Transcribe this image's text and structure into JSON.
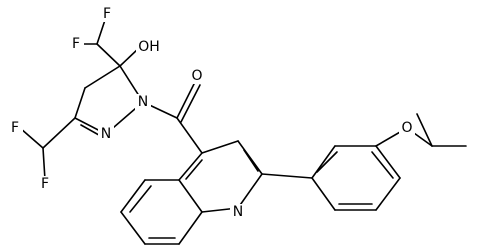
{
  "atoms": [
    {
      "id": "F1",
      "label": "F"
    },
    {
      "id": "F2",
      "label": "F"
    },
    {
      "id": "OH",
      "label": "OH"
    },
    {
      "id": "O1",
      "label": "O"
    },
    {
      "id": "N1",
      "label": "N"
    },
    {
      "id": "N2",
      "label": "N"
    },
    {
      "id": "F3",
      "label": "F"
    },
    {
      "id": "F4",
      "label": "F"
    },
    {
      "id": "N3",
      "label": "N"
    },
    {
      "id": "O2",
      "label": "O"
    }
  ]
}
